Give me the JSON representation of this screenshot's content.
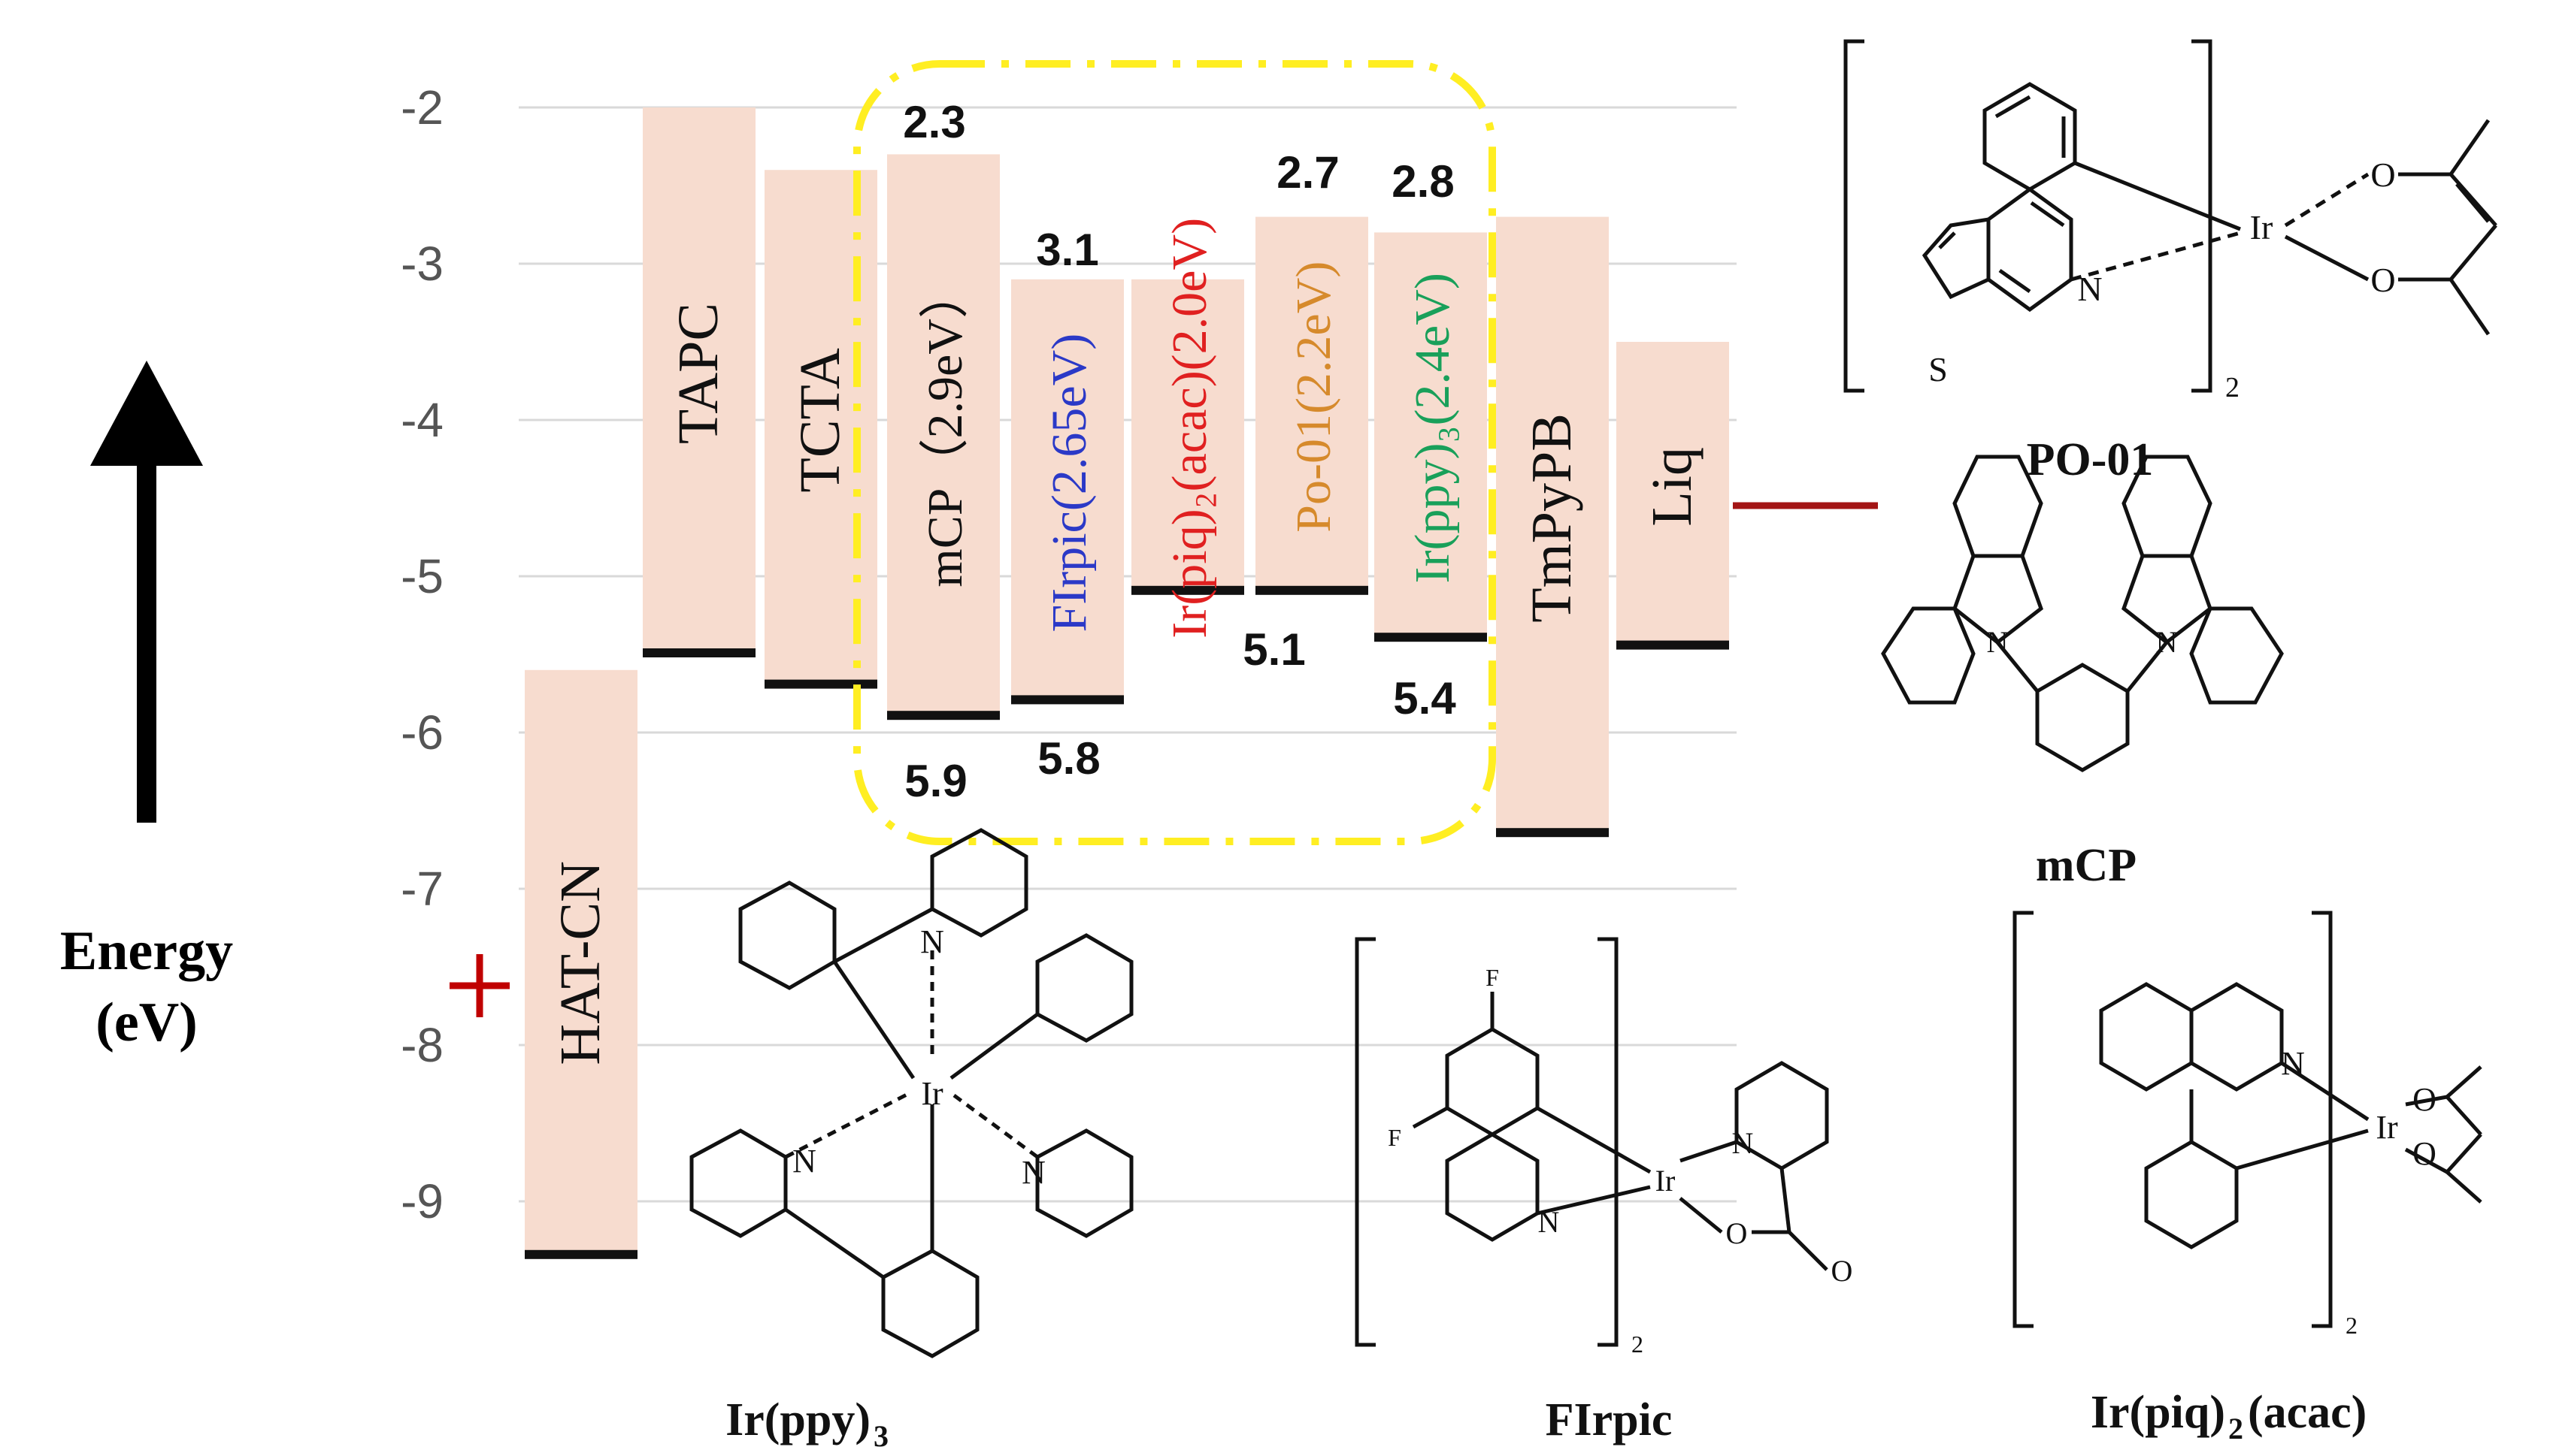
{
  "axis": {
    "label_line1": "Energy",
    "label_line2": "(eV)",
    "ticks": [
      -2,
      -3,
      -4,
      -5,
      -6,
      -7,
      -8,
      -9
    ],
    "tick_labels": [
      "-2",
      "-3",
      "-4",
      "-5",
      "-6",
      "-7",
      "-8",
      "-9"
    ],
    "ylim": [
      -9.5,
      -1.6
    ],
    "grid": true
  },
  "colors": {
    "bar_fill": "#f7dccf",
    "bar_edge": "#111111",
    "grid": "#d9d9d9",
    "dash_box": "#ffee22",
    "anode_mark": "#c00000",
    "cathode_mark": "#a31515",
    "blue": "#2b39c7",
    "red": "#e02020",
    "orange": "#d68a2c",
    "green": "#19a05a"
  },
  "chart_data": {
    "type": "bar",
    "layers": [
      {
        "name": "HAT-CN",
        "top": -5.6,
        "bottom": -9.35,
        "label": "HAT-CN",
        "color": "#111111"
      },
      {
        "name": "TAPC",
        "top": -2.0,
        "bottom": -5.5,
        "label": "TAPC",
        "color": "#111111"
      },
      {
        "name": "TCTA",
        "top": -2.4,
        "bottom": -5.7,
        "label": "TCTA",
        "color": "#111111"
      },
      {
        "name": "mCP",
        "top": -2.3,
        "bottom": -5.9,
        "label": "mCP（2.9eV）",
        "color": "#111111"
      },
      {
        "name": "FIrpic",
        "top": -3.1,
        "bottom": -5.8,
        "label": "FIrpic(2.65eV)",
        "color": "#2b39c7"
      },
      {
        "name": "Ir(piq)2(acac)",
        "top": -3.1,
        "bottom": -5.1,
        "label": "Ir(piq)₂(acac)(2.0eV)",
        "color": "#e02020"
      },
      {
        "name": "PO-01",
        "top": -2.7,
        "bottom": -5.1,
        "label": "Po-01(2.2eV)",
        "color": "#d68a2c"
      },
      {
        "name": "Ir(ppy)3",
        "top": -2.8,
        "bottom": -5.4,
        "label": "Ir(ppy)₃(2.4eV)",
        "color": "#19a05a"
      },
      {
        "name": "TmPyPB",
        "top": -2.7,
        "bottom": -6.65,
        "label": "TmPyPB",
        "color": "#111111"
      },
      {
        "name": "Liq",
        "top": -3.5,
        "bottom": -5.45,
        "label": "Liq",
        "color": "#111111"
      }
    ],
    "level_annotations": [
      {
        "text": "2.3",
        "value": -2.3
      },
      {
        "text": "3.1",
        "value": -3.1
      },
      {
        "text": "2.7",
        "value": -2.7
      },
      {
        "text": "2.8",
        "value": -2.8
      },
      {
        "text": "5.9",
        "value": -5.9
      },
      {
        "text": "5.8",
        "value": -5.8
      },
      {
        "text": "5.1",
        "value": -5.1
      },
      {
        "text": "5.4",
        "value": -5.4
      }
    ]
  },
  "molecules": {
    "po01": {
      "name": "PO-01",
      "subscript": "2",
      "atoms": [
        "Ir",
        "N",
        "S",
        "O",
        "O"
      ]
    },
    "mcp": {
      "name": "mCP",
      "atoms": [
        "N",
        "N"
      ]
    },
    "irppy3": {
      "name_main": "Ir(ppy)",
      "name_sub": "3",
      "atoms": [
        "Ir",
        "N",
        "N",
        "N"
      ]
    },
    "firpic": {
      "name": "FIrpic",
      "subscript": "2",
      "atoms": [
        "F",
        "F",
        "Ir",
        "N",
        "N",
        "O",
        "O"
      ]
    },
    "irpiq": {
      "name_a": "Ir(piq)",
      "name_sub": "2",
      "name_b": "(acac)",
      "subscript": "2",
      "atoms": [
        "N",
        "Ir",
        "O",
        "O"
      ]
    }
  }
}
